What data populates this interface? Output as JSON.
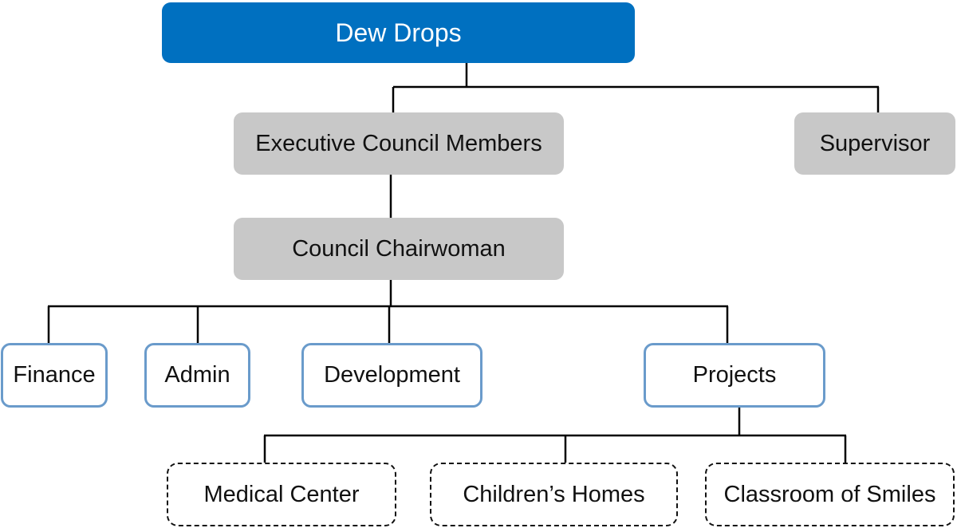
{
  "org_chart": {
    "root": {
      "label": "Dew Drops"
    },
    "executive": {
      "label": "Executive Council Members"
    },
    "supervisor": {
      "label": "Supervisor"
    },
    "chairwoman": {
      "label": "Council Chairwoman"
    },
    "departments": {
      "finance": {
        "label": "Finance"
      },
      "admin": {
        "label": "Admin"
      },
      "development": {
        "label": "Development"
      },
      "projects": {
        "label": "Projects"
      }
    },
    "projects": {
      "medical_center": {
        "label": "Medical Center"
      },
      "childrens_homes": {
        "label": "Children’s Homes"
      },
      "classroom_of_smiles": {
        "label": "Classroom of Smiles"
      }
    }
  },
  "colors": {
    "root_fill": "#0070c0",
    "grey_fill": "#c8c8c8",
    "department_border": "#6a9bcb",
    "connector": "#000000"
  }
}
